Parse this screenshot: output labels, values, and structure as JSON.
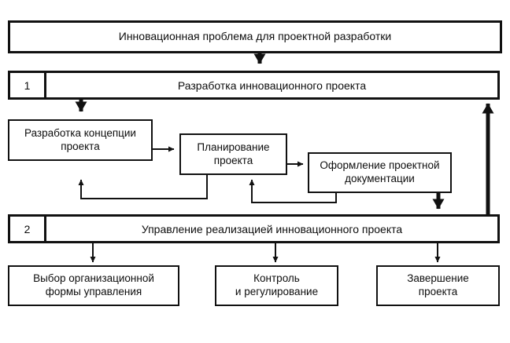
{
  "diagram": {
    "title_block": {
      "text": "Инновационная проблема для проектной разработки"
    },
    "stage_1": {
      "number": "1",
      "text": "Разработка инновационного проекта"
    },
    "stage_2": {
      "number": "2",
      "text": "Управление реализацией инновационного проекта"
    },
    "stage_1_steps": [
      {
        "text": "Разработка концепции\nпроекта"
      },
      {
        "text": "Планирование\nпроекта"
      },
      {
        "text": "Оформление проектной\nдокументации"
      }
    ],
    "stage_2_steps": [
      {
        "text": "Выбор организационной\nформы управления"
      },
      {
        "text": "Контроль\nи регулирование"
      },
      {
        "text": "Завершение\nпроекта"
      }
    ],
    "colors": {
      "stroke": "#111111",
      "background": "#ffffff",
      "text": "#0d0d0d"
    }
  }
}
